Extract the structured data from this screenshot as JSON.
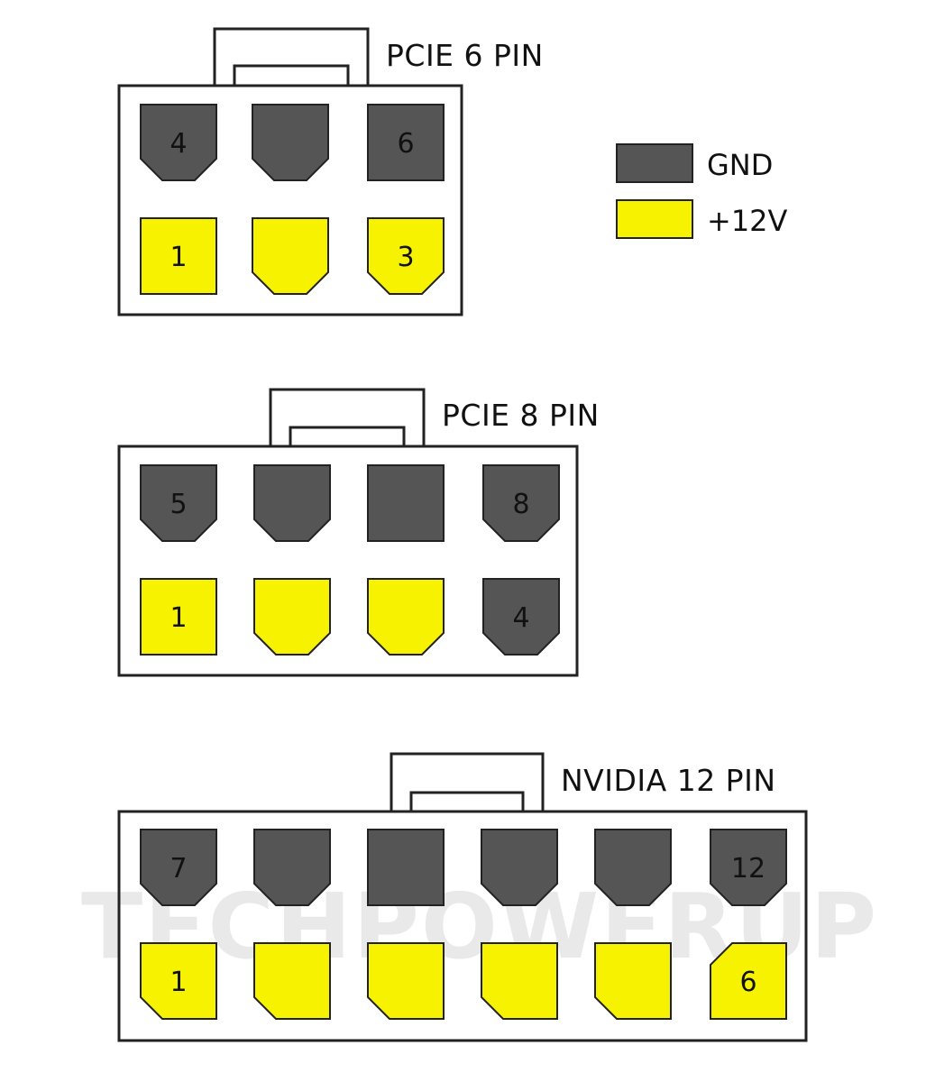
{
  "colors": {
    "gnd": "#555555",
    "v12": "#f6f200",
    "outline": "#222222",
    "housing": "#ffffff",
    "watermark": "#e9e9e9"
  },
  "legend": [
    {
      "id": "gnd",
      "label": "GND",
      "color": "#555555"
    },
    {
      "id": "v12",
      "label": "+12V",
      "color": "#f6f200"
    }
  ],
  "watermark": {
    "text": "TECHPOWERUP"
  },
  "connectors": [
    {
      "id": "pcie-6-pin",
      "title": "PCIE 6 PIN",
      "columns": 3,
      "top_row": [
        {
          "type": "gnd",
          "shape": "chamfer-bottom",
          "label": "4"
        },
        {
          "type": "gnd",
          "shape": "chamfer-bottom",
          "label": ""
        },
        {
          "type": "gnd",
          "shape": "square",
          "label": "6"
        }
      ],
      "bottom_row": [
        {
          "type": "v12",
          "shape": "square",
          "label": "1"
        },
        {
          "type": "v12",
          "shape": "chamfer-bottom",
          "label": ""
        },
        {
          "type": "v12",
          "shape": "chamfer-bottom",
          "label": "3"
        }
      ]
    },
    {
      "id": "pcie-8-pin",
      "title": "PCIE 8 PIN",
      "columns": 4,
      "top_row": [
        {
          "type": "gnd",
          "shape": "chamfer-bottom",
          "label": "5"
        },
        {
          "type": "gnd",
          "shape": "chamfer-bottom",
          "label": ""
        },
        {
          "type": "gnd",
          "shape": "square",
          "label": ""
        },
        {
          "type": "gnd",
          "shape": "chamfer-bottom",
          "label": "8"
        }
      ],
      "bottom_row": [
        {
          "type": "v12",
          "shape": "square",
          "label": "1"
        },
        {
          "type": "v12",
          "shape": "chamfer-bottom",
          "label": ""
        },
        {
          "type": "v12",
          "shape": "chamfer-bottom",
          "label": ""
        },
        {
          "type": "gnd",
          "shape": "chamfer-bottom",
          "label": "4"
        }
      ]
    },
    {
      "id": "nvidia-12-pin",
      "title": "NVIDIA 12 PIN",
      "columns": 6,
      "top_row": [
        {
          "type": "gnd",
          "shape": "chamfer-bottom",
          "label": "7"
        },
        {
          "type": "gnd",
          "shape": "chamfer-bottom",
          "label": ""
        },
        {
          "type": "gnd",
          "shape": "square",
          "label": ""
        },
        {
          "type": "gnd",
          "shape": "chamfer-bottom",
          "label": ""
        },
        {
          "type": "gnd",
          "shape": "chamfer-bottom",
          "label": ""
        },
        {
          "type": "gnd",
          "shape": "chamfer-bottom",
          "label": "12"
        }
      ],
      "bottom_row": [
        {
          "type": "v12",
          "shape": "chamfer-bottom-left",
          "label": "1"
        },
        {
          "type": "v12",
          "shape": "chamfer-bottom-left",
          "label": ""
        },
        {
          "type": "v12",
          "shape": "chamfer-bottom-left",
          "label": ""
        },
        {
          "type": "v12",
          "shape": "chamfer-bottom-left",
          "label": ""
        },
        {
          "type": "v12",
          "shape": "chamfer-bottom-left",
          "label": ""
        },
        {
          "type": "v12",
          "shape": "chamfer-top-left",
          "label": "6"
        }
      ]
    }
  ]
}
